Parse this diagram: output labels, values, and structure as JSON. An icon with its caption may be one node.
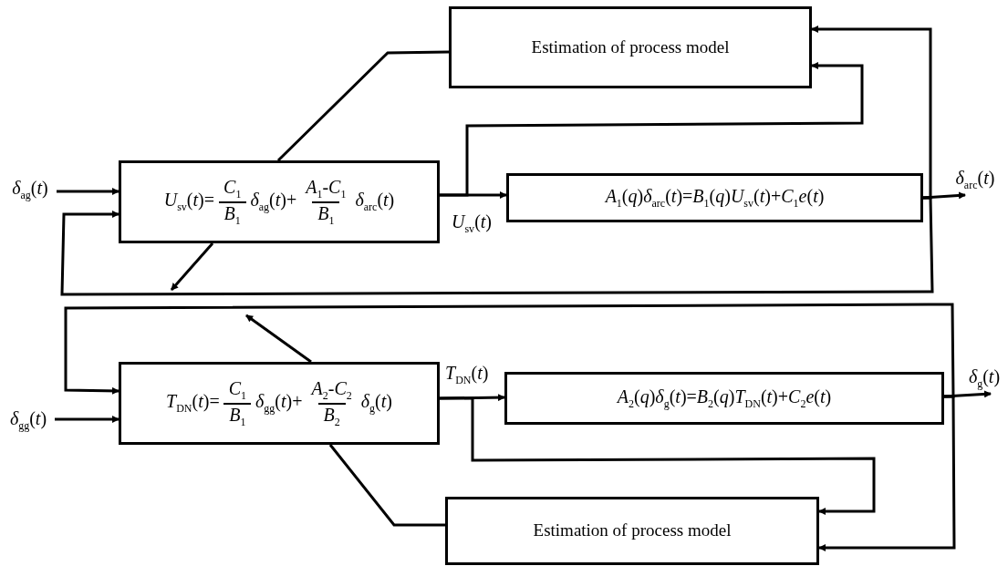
{
  "diagram": {
    "nodes": [
      {
        "text": [
          "*δ*$_{ag}$(*t*)"
        ]
      },
      {
        "text": [
          "*U*$_{sv}$(*t*)=",
          "*C*$_{1}$",
          "*B*$_{1}$",
          "*δ*$_{ag}$(*t*)+",
          "*A*$_{1}$-*C*$_{1}$",
          "*B*$_{1}$",
          "*δ*$_{arc}$(*t*)"
        ]
      },
      {
        "text": [
          "*A*$_{1}$(*q*)*δ*$_{arc}$(*t*)=*B*$_{1}$(*q*)*U*$_{sv}$(*t*)+*C*$_{1}$*e*(*t*)"
        ]
      },
      {
        "text": [
          "Estimation of process model"
        ]
      },
      {
        "text": [
          "*δ*$_{arc}$(*t*)"
        ]
      },
      {
        "text": [
          "*δ*$_{gg}$(*t*)"
        ]
      },
      {
        "text": [
          "*T*$_{DN}$(*t*)=",
          "*C*$_{1}$",
          "*B*$_{1}$",
          "*δ*$_{gg}$(*t*)+",
          "*A*$_{2}$-*C*$_{2}$",
          "*B*$_{2}$",
          "*δ*$_{g}$(*t*)"
        ]
      },
      {
        "text": [
          "*A*$_{2}$(*q*)*δ*$_{g}$(*t*)=*B*$_{2}$(*q*)*T*$_{DN}$(*t*)+*C*$_{2}$*e*(*t*)"
        ]
      },
      {
        "text": [
          "Estimation of process model"
        ]
      },
      {
        "text": [
          "*δ*$_{g}$(*t*)"
        ]
      }
    ],
    "edges": [
      {
        "from": 0,
        "to": 1,
        "arrow": "to"
      },
      {
        "from": 1,
        "to": 2,
        "arrow": "to",
        "label": "*U*$_{sv}$(*t*)"
      },
      {
        "from": 1,
        "to": 3,
        "arrow": "to"
      },
      {
        "from": 2,
        "to": 4,
        "arrow": "to"
      },
      {
        "from": 2,
        "to": 3,
        "arrow": "to"
      },
      {
        "from": 2,
        "to": 1,
        "arrow": "to"
      },
      {
        "from": 3,
        "to": 1,
        "arrow": "none"
      },
      {
        "from": 1,
        "to": null,
        "arrow": "to"
      },
      {
        "from": 5,
        "to": 6,
        "arrow": "to"
      },
      {
        "from": 6,
        "to": 7,
        "arrow": "to",
        "label": "*T*$_{DN}$(*t*)"
      },
      {
        "from": 6,
        "to": 8,
        "arrow": "to"
      },
      {
        "from": 7,
        "to": 9,
        "arrow": "to"
      },
      {
        "from": 7,
        "to": 8,
        "arrow": "to"
      },
      {
        "from": 7,
        "to": 6,
        "arrow": "to"
      },
      {
        "from": 8,
        "to": 6,
        "arrow": "none"
      },
      {
        "from": 6,
        "to": null,
        "arrow": "to"
      }
    ]
  }
}
